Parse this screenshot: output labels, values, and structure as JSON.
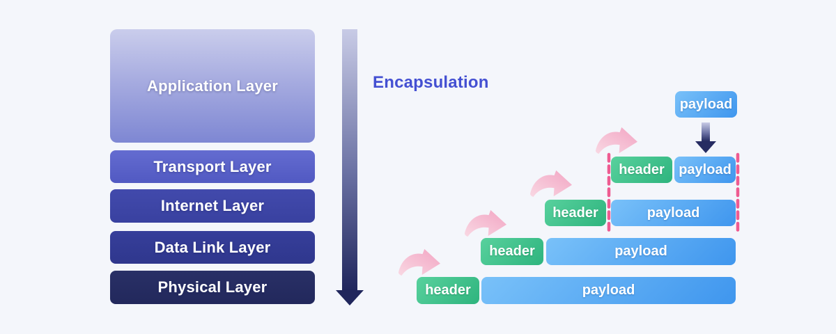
{
  "title": "Encapsulation",
  "colors": {
    "bg": "#f4f6fb",
    "title-ink": "#4450d2",
    "dash-pink": "#ee5b91",
    "header-green-light": "#58d19d",
    "header-green-dark": "#2eb47e",
    "payload-blue-light": "#79c1f9",
    "payload-blue-dark": "#3f96ee",
    "arrow-navy": "#20265c",
    "pink-arrow-light": "#f9d8e3",
    "pink-arrow-dark": "#f2a5c3"
  },
  "stack": {
    "layers": [
      {
        "label": "Application Layer"
      },
      {
        "label": "Transport Layer"
      },
      {
        "label": "Internet Layer"
      },
      {
        "label": "Data Link Layer"
      },
      {
        "label": "Physical Layer"
      }
    ]
  },
  "flow": {
    "top_unit": {
      "payload_label": "payload"
    },
    "rows": [
      {
        "header_label": "header",
        "payload_label": "payload"
      },
      {
        "header_label": "header",
        "payload_label": "payload"
      },
      {
        "header_label": "header",
        "payload_label": "payload"
      },
      {
        "header_label": "header",
        "payload_label": "payload"
      }
    ]
  },
  "icons": {
    "encapsulation-arrow": "long-down-arrow",
    "insert-arrow": "short-down-arrow",
    "step-arrow": "curved-up-right-arrow",
    "dashed-boundary": "pink-dashed-vertical-lines"
  }
}
